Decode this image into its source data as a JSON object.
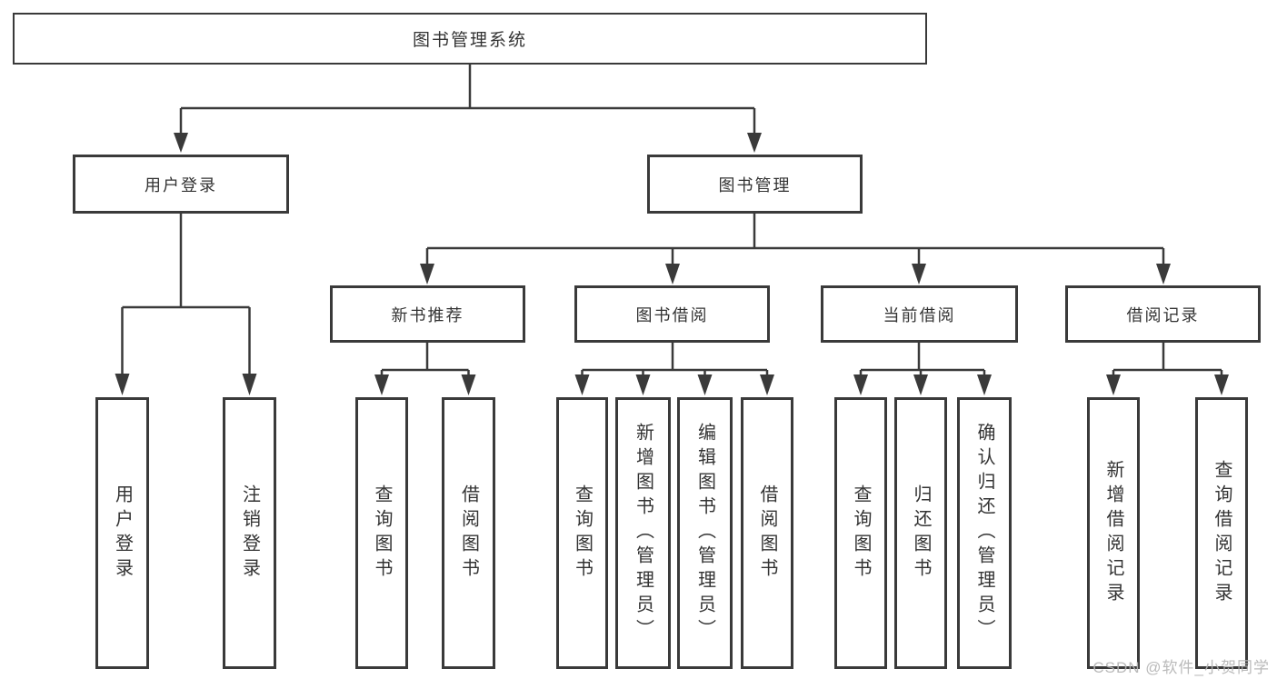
{
  "diagram": {
    "root": {
      "label": "图书管理系统",
      "children": [
        {
          "label": "用户登录",
          "children": [
            {
              "label": "用户登录"
            },
            {
              "label": "注销登录"
            }
          ]
        },
        {
          "label": "图书管理",
          "children": [
            {
              "label": "新书推荐",
              "children": [
                {
                  "label": "查询图书"
                },
                {
                  "label": "借阅图书"
                }
              ]
            },
            {
              "label": "图书借阅",
              "children": [
                {
                  "label": "查询图书"
                },
                {
                  "label": "新增图书（管理员）"
                },
                {
                  "label": "编辑图书（管理员）"
                },
                {
                  "label": "借阅图书"
                }
              ]
            },
            {
              "label": "当前借阅",
              "children": [
                {
                  "label": "查询图书"
                },
                {
                  "label": "归还图书"
                },
                {
                  "label": "确认归还（管理员）"
                }
              ]
            },
            {
              "label": "借阅记录",
              "children": [
                {
                  "label": "新增借阅记录"
                },
                {
                  "label": "查询借阅记录"
                }
              ]
            }
          ]
        }
      ]
    }
  },
  "watermark": {
    "text": "CSDN @软件_小贺同学"
  },
  "colors": {
    "line": "#3a3a3a",
    "text": "#333333",
    "background": "#ffffff",
    "watermark": "#b5b5b5"
  }
}
